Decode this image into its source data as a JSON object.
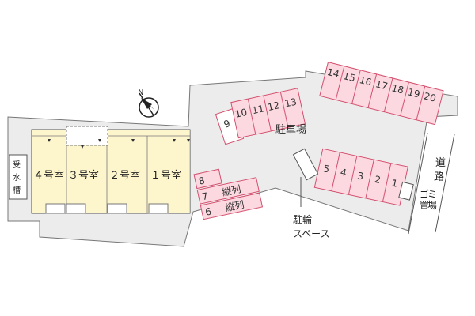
{
  "compass": {
    "letter": "N"
  },
  "building": {
    "rooms": [
      {
        "label": "４号室"
      },
      {
        "label": "３号室"
      },
      {
        "label": "２号室"
      },
      {
        "label": "１号室"
      }
    ]
  },
  "water_tank": {
    "chars": [
      "受",
      "水",
      "槽"
    ]
  },
  "parking": {
    "title": "駐車場",
    "top_row": [
      "10",
      "11",
      "12",
      "13"
    ],
    "far_row": [
      "14",
      "15",
      "16",
      "17",
      "18",
      "19",
      "20"
    ],
    "spot_9": "9",
    "bottom_row": [
      "5",
      "4",
      "3",
      "2",
      "1"
    ],
    "left_stack": [
      {
        "num": "8",
        "note": ""
      },
      {
        "num": "7",
        "note": "縦列"
      },
      {
        "num": "6",
        "note": "縦列"
      }
    ]
  },
  "bicycle": {
    "line1": "駐輪",
    "line2": "スペース"
  },
  "garbage": {
    "label": [
      "ゴ",
      "ミ",
      "置",
      "場"
    ]
  },
  "road": {
    "label": [
      "道",
      "路"
    ]
  }
}
